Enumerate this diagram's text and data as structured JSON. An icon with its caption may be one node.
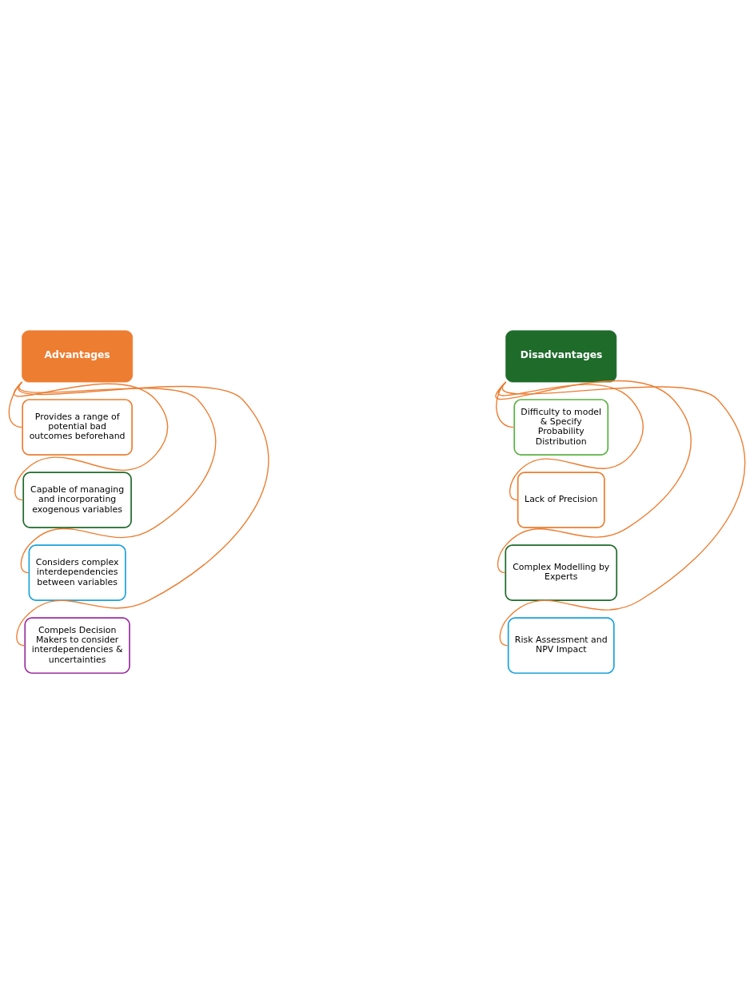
{
  "diagram": {
    "nodes": [
      {
        "text": [
          "Advantages"
        ]
      },
      {
        "text": [
          "Provides a range of potential bad outcomes beforehand"
        ]
      },
      {
        "text": [
          "Capable of managing and incorporating exogenous variables"
        ]
      },
      {
        "text": [
          "Considers complex interdependencies between variables"
        ]
      },
      {
        "text": [
          "Compels Decision Makers to consider interdependencies & uncertainties"
        ]
      },
      {
        "text": [
          "Disadvantages"
        ]
      },
      {
        "text": [
          "Difficulty to model & Specify Probability Distribution"
        ]
      },
      {
        "text": [
          "Lack of Precision"
        ]
      },
      {
        "text": [
          "Complex Modelling by Experts"
        ]
      },
      {
        "text": [
          "Risk Assessment and NPV Impact"
        ]
      }
    ],
    "edges": [
      {
        "from": 0,
        "to": 1,
        "arrow": "none"
      },
      {
        "from": 0,
        "to": 2,
        "arrow": "none"
      },
      {
        "from": 0,
        "to": 3,
        "arrow": "none"
      },
      {
        "from": 0,
        "to": 4,
        "arrow": "none"
      },
      {
        "from": 5,
        "to": 6,
        "arrow": "none"
      },
      {
        "from": 5,
        "to": 7,
        "arrow": "none"
      },
      {
        "from": 5,
        "to": 8,
        "arrow": "none"
      },
      {
        "from": 5,
        "to": 9,
        "arrow": "none"
      }
    ]
  }
}
